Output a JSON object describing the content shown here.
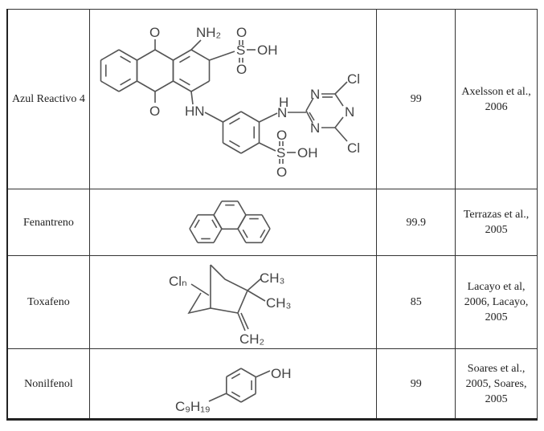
{
  "rows": [
    {
      "compound": "Azul Reactivo 4",
      "structure_labels": [
        "O",
        "NH₂",
        "S",
        "OH",
        "O",
        "O",
        "O",
        "HN",
        "H",
        "N",
        "N",
        "N",
        "N",
        "Cl",
        "Cl",
        "S",
        "OH",
        "O",
        "O"
      ],
      "removal": "99",
      "reference": "Axelsson et al., 2006"
    },
    {
      "compound": "Fenantreno",
      "structure_labels": [],
      "removal": "99.9",
      "reference": "Terrazas et al., 2005"
    },
    {
      "compound": "Toxafeno",
      "structure_labels": [
        "Clₙ",
        "CH₃",
        "CH₃",
        "CH₂"
      ],
      "removal": "85",
      "reference": "Lacayo et al, 2006, Lacayo, 2005"
    },
    {
      "compound": "Nonilfenol",
      "structure_labels": [
        "OH",
        "C₉H₁₉"
      ],
      "removal": "99",
      "reference": "Soares et al., 2005, Soares, 2005"
    }
  ]
}
